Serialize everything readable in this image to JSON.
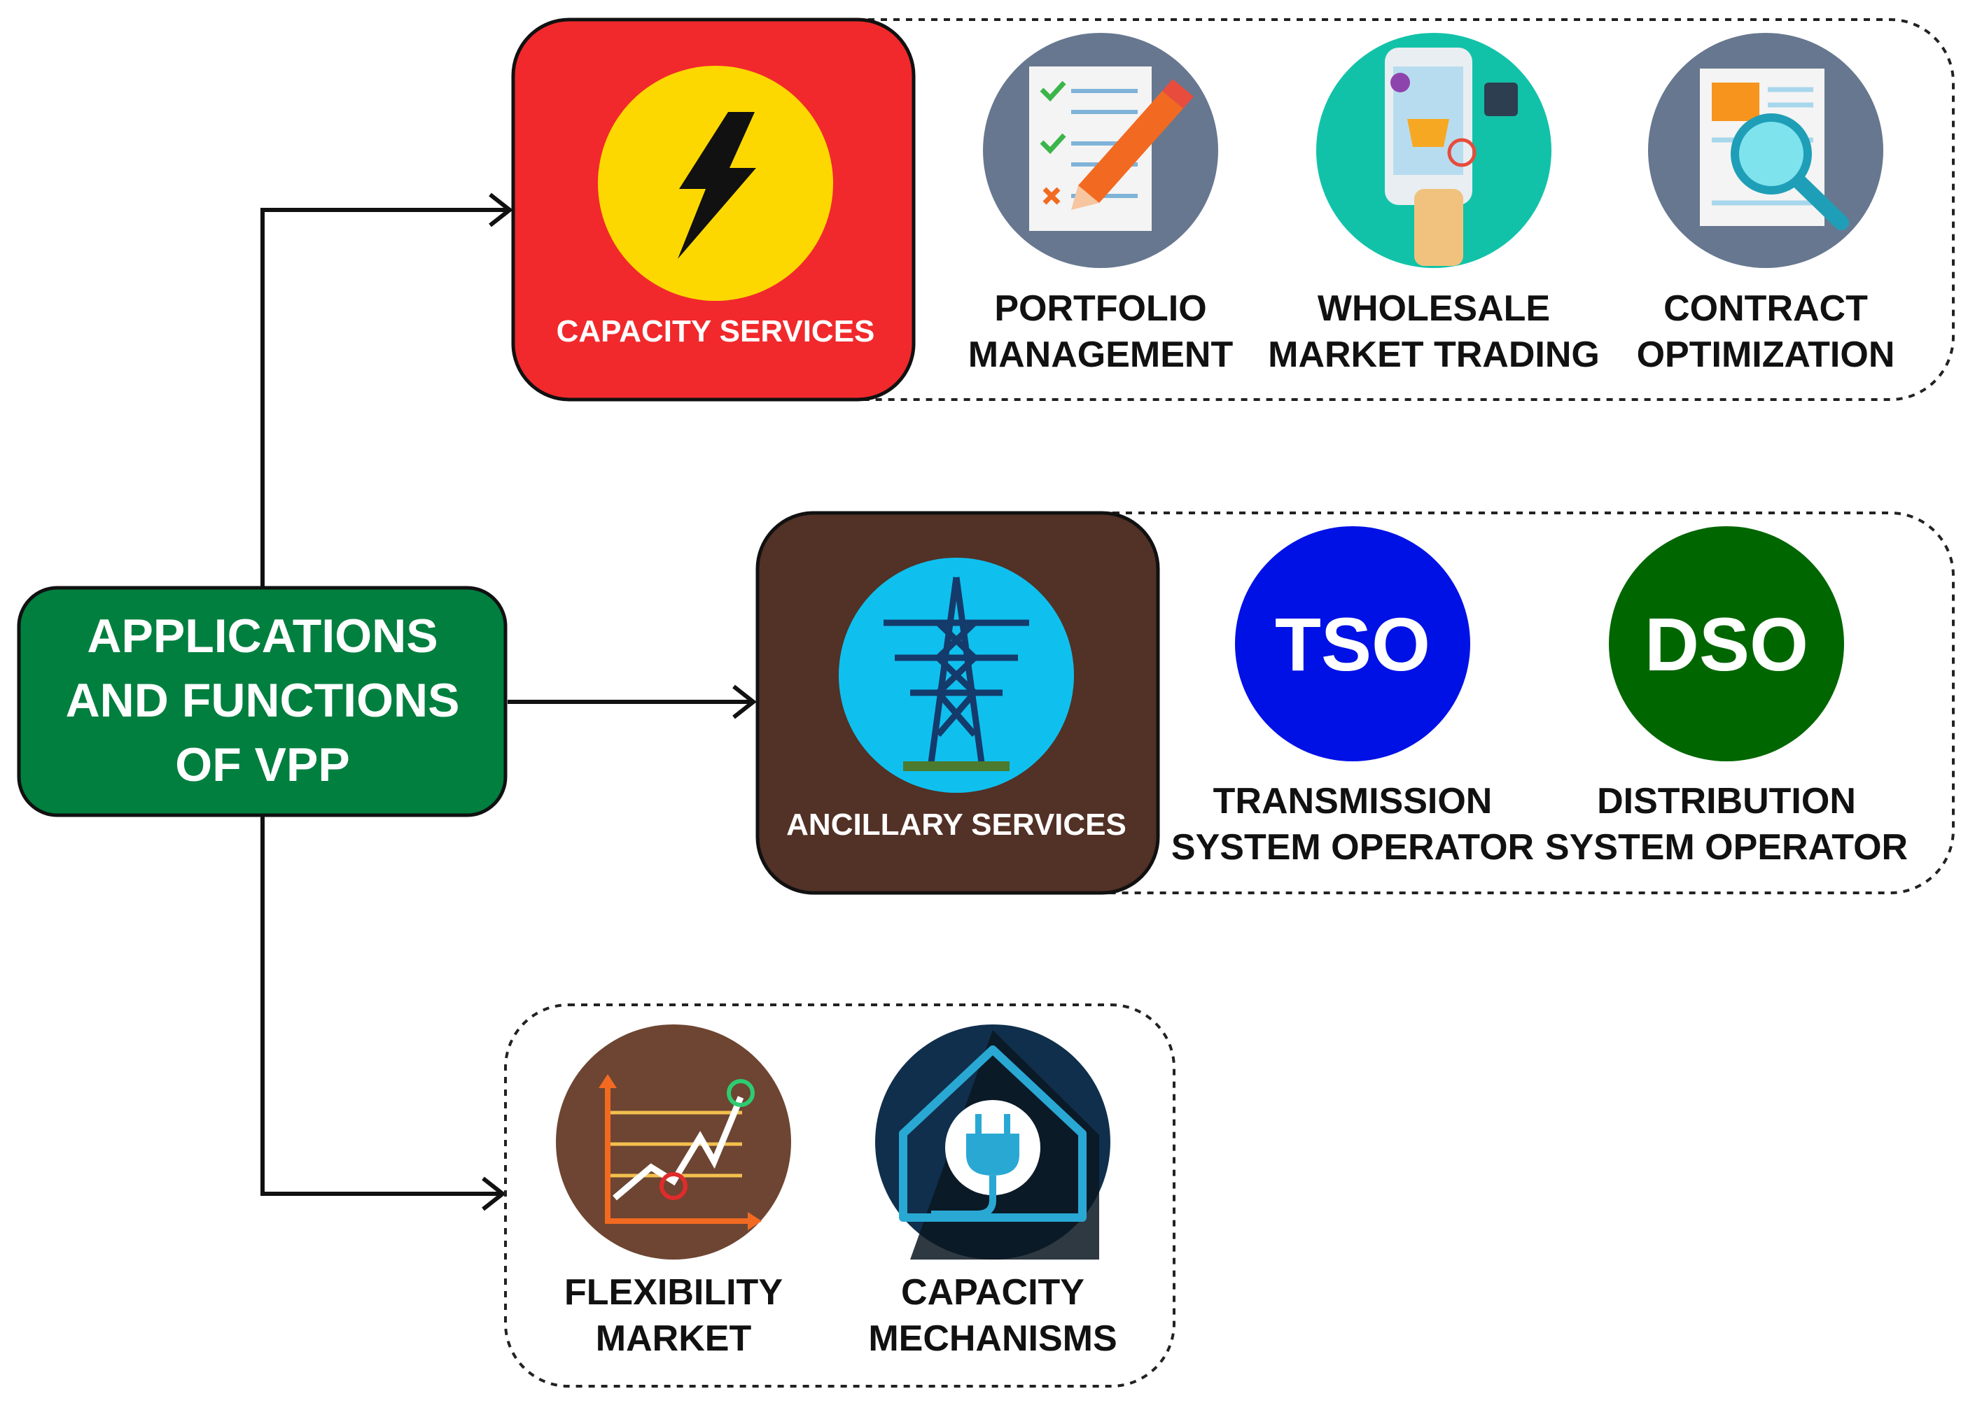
{
  "root": {
    "lines": [
      "APPLICATIONS",
      "AND FUNCTIONS",
      "OF VPP"
    ],
    "fill": "#007f3f"
  },
  "capacity": {
    "label": "CAPACITY SERVICES",
    "fill": "#f1292c",
    "icon_fill": "#fdd800",
    "items": [
      {
        "icon": "portfolio-checklist-icon",
        "lines": [
          "PORTFOLIO",
          "MANAGEMENT"
        ]
      },
      {
        "icon": "mobile-shopping-icon",
        "lines": [
          "WHOLESALE",
          "MARKET TRADING"
        ]
      },
      {
        "icon": "document-magnifier-icon",
        "lines": [
          "CONTRACT",
          "OPTIMIZATION"
        ]
      }
    ]
  },
  "ancillary": {
    "label": "ANCILLARY SERVICES",
    "fill": "#523126",
    "icon_fill": "#0fc0ef",
    "items": [
      {
        "abbr": "TSO",
        "color": "#0011e6",
        "lines": [
          "TRANSMISSION",
          "SYSTEM OPERATOR"
        ]
      },
      {
        "abbr": "DSO",
        "color": "#006600",
        "lines": [
          "DISTRIBUTION",
          "SYSTEM OPERATOR"
        ]
      }
    ]
  },
  "market": {
    "items": [
      {
        "icon": "flexibility-chart-icon",
        "lines": [
          "FLEXIBILITY",
          "MARKET"
        ]
      },
      {
        "icon": "house-plug-icon",
        "lines": [
          "CAPACITY",
          "MECHANISMS"
        ]
      }
    ]
  }
}
